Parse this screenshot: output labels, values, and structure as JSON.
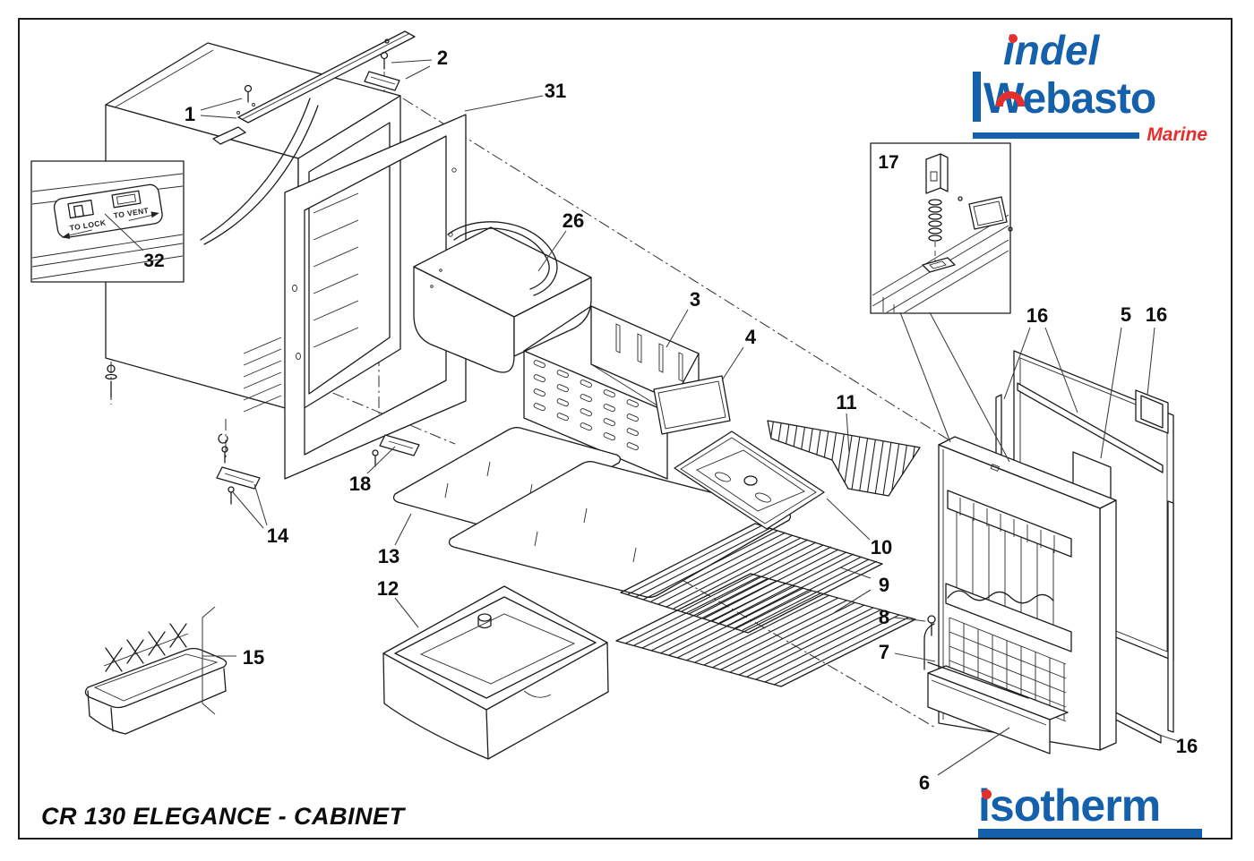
{
  "title": "CR 130 ELEGANCE - CABINET",
  "branding": {
    "indel_webasto": {
      "line1": "indel",
      "line2": "Webasto",
      "tagline": "Marine",
      "blue": "#1460ab",
      "red": "#e3302e"
    },
    "isotherm": {
      "wordmark": "isotherm",
      "blue": "#1460ab",
      "red": "#e3302e"
    }
  },
  "insets": {
    "latch": {
      "number": "32",
      "to_lock": "TO LOCK",
      "to_vent": "TO VENT"
    },
    "lock_mechanism": {
      "number": "17"
    }
  },
  "callouts": [
    {
      "label": "1"
    },
    {
      "label": "2"
    },
    {
      "label": "31"
    },
    {
      "label": "32"
    },
    {
      "label": "26"
    },
    {
      "label": "3"
    },
    {
      "label": "4"
    },
    {
      "label": "17"
    },
    {
      "label": "11"
    },
    {
      "label": "16"
    },
    {
      "label": "5"
    },
    {
      "label": "16"
    },
    {
      "label": "18"
    },
    {
      "label": "13"
    },
    {
      "label": "14"
    },
    {
      "label": "12"
    },
    {
      "label": "15"
    },
    {
      "label": "10"
    },
    {
      "label": "9"
    },
    {
      "label": "8"
    },
    {
      "label": "7"
    },
    {
      "label": "6"
    },
    {
      "label": "16"
    }
  ]
}
